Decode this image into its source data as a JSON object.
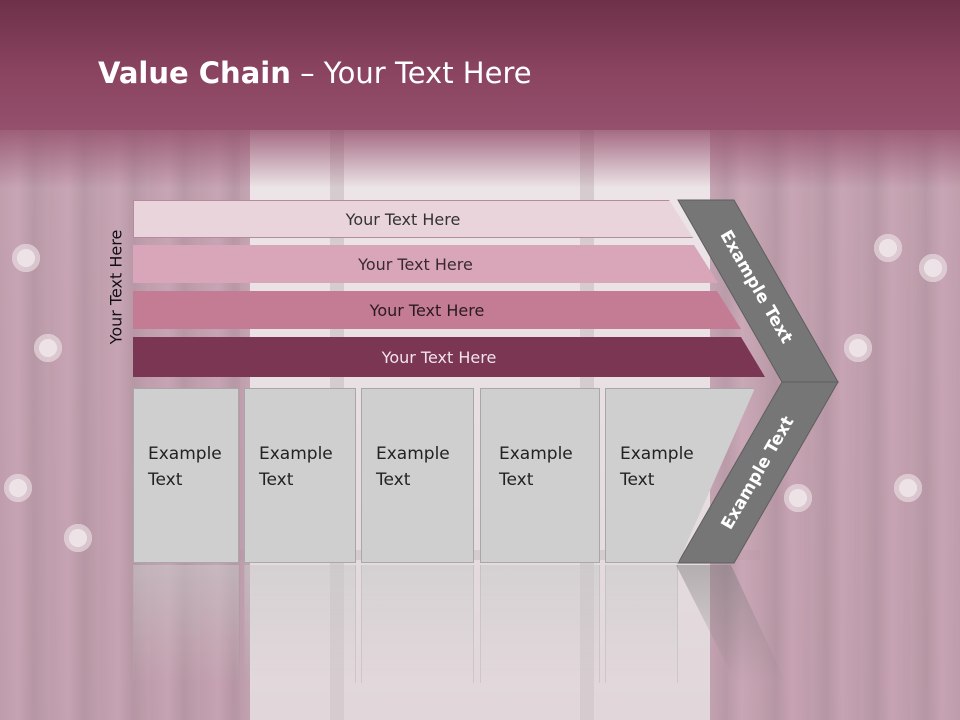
{
  "slide": {
    "title_bold": "Value Chain",
    "title_rest": " – Your Text Here",
    "vertical_label": "Your Text Here",
    "bars": [
      {
        "label": "Your Text Here"
      },
      {
        "label": "Your Text Here"
      },
      {
        "label": "Your Text Here"
      },
      {
        "label": "Your Text Here"
      }
    ],
    "chevron_top": {
      "label": "Example Text"
    },
    "chevron_bottom": {
      "label": "Example Text"
    },
    "boxes": [
      {
        "line1": "Example",
        "line2": "Text"
      },
      {
        "line1": "Example",
        "line2": "Text"
      },
      {
        "line1": "Example",
        "line2": "Text"
      },
      {
        "line1": "Example",
        "line2": "Text"
      },
      {
        "line1": "Example",
        "line2": "Text"
      }
    ]
  },
  "colors": {
    "title_band": "#8a4460",
    "bar1": "#ead4dc",
    "bar2": "#d8a6b8",
    "bar3": "#c47b94",
    "bar4": "#7a3652",
    "chevron": "#767676",
    "box": "#cfcfcf"
  }
}
